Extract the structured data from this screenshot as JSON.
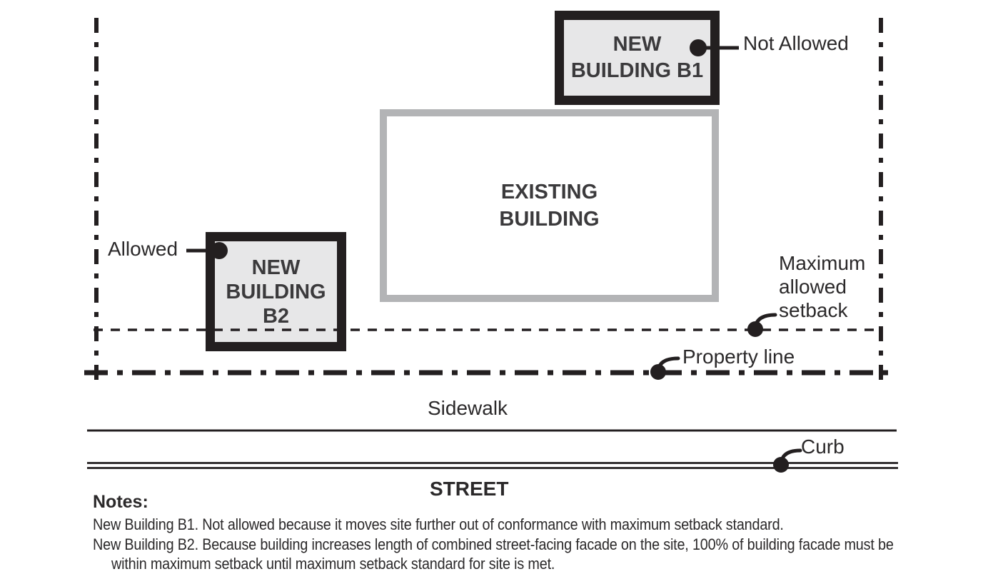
{
  "colors": {
    "ink": "#231f20",
    "building_fill": "#e7e7e8",
    "gray_border": "#b3b4b6",
    "building_text": "#3b3a3c",
    "label_text": "#2b292a"
  },
  "buildings": {
    "b1_lines": [
      "NEW",
      "BUILDING B1"
    ],
    "existing_lines": [
      "EXISTING",
      "BUILDING"
    ],
    "b2_lines": [
      "NEW",
      "BUILDING",
      "B2"
    ]
  },
  "labels": {
    "not_allowed": "Not Allowed",
    "allowed": "Allowed",
    "max_setback_lines": [
      "Maximum",
      "allowed",
      "setback"
    ],
    "property_line": "Property line",
    "sidewalk": "Sidewalk",
    "curb": "Curb",
    "street": "STREET"
  },
  "notes": {
    "heading": "Notes:",
    "note1": "New Building B1. Not allowed because it moves site further out of conformance with maximum setback standard.",
    "note2_lines": [
      "New Building B2. Because building increases length of combined street-facing facade on the site, 100% of building facade must be",
      "within maximum setback until maximum setback standard for site is met."
    ]
  }
}
